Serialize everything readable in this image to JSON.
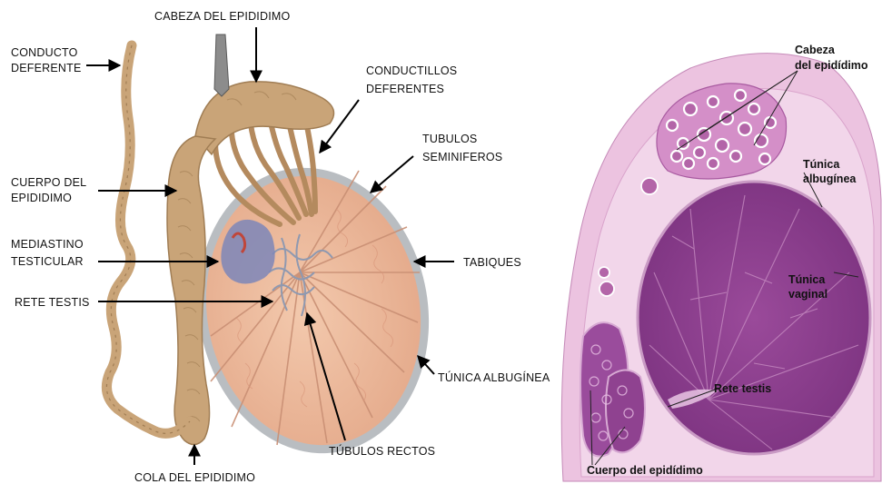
{
  "left_diagram": {
    "labels": {
      "conducto_deferente_1": "CONDUCTO",
      "conducto_deferente_2": "DEFERENTE",
      "cabeza_epididimo": "CABEZA DEL EPIDIDIMO",
      "conductillos_1": "CONDUCTILLOS",
      "conductillos_2": "DEFERENTES",
      "tubulos_seminiferos_1": "TUBULOS",
      "tubulos_seminiferos_2": "SEMINIFEROS",
      "cuerpo_epididimo_1": "CUERPO DEL",
      "cuerpo_epididimo_2": "EPIDIDIMO",
      "mediastino_1": "MEDIASTINO",
      "mediastino_2": "TESTICULAR",
      "tabiques": "TABIQUES",
      "rete_testis": "RETE TESTIS",
      "tunica_albuginea": "TÚNICA ALBUGÍNEA",
      "tubulos_rectos": "TÚBULOS RECTOS",
      "cola_epididimo": "COLA DEL EPIDIDIMO"
    }
  },
  "right_histology": {
    "labels": {
      "cabeza_1": "Cabeza",
      "cabeza_2": "del epidídimo",
      "tunica_albuginea_1": "Túnica",
      "tunica_albuginea_2": "albugínea",
      "tunica_vaginal_1": "Túnica",
      "tunica_vaginal_2": "vaginal",
      "rete_testis": "Rete testis",
      "cuerpo": "Cuerpo del epidídimo"
    }
  },
  "colors": {
    "epididymis": "#c9a478",
    "testis": "#eab89a",
    "tunica": "#b8bcc0",
    "stain_light": "#e9b7dc",
    "stain_dark": "#8a3d8f"
  }
}
